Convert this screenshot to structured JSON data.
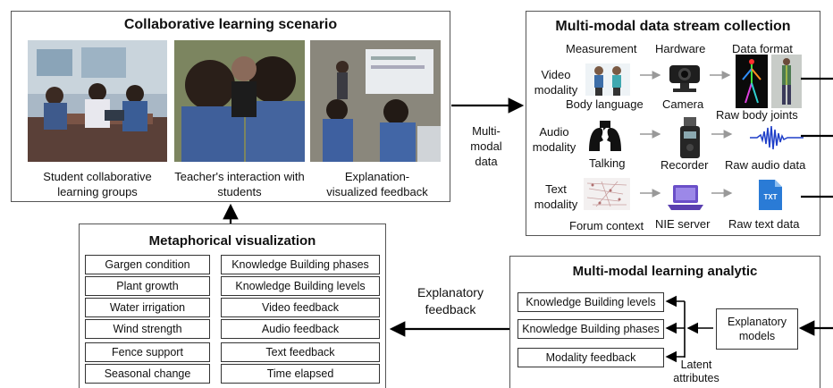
{
  "scenario": {
    "title": "Collaborative learning scenario",
    "captions": [
      "Student collaborative learning groups",
      "Teacher's interaction with students",
      "Explanation-visualized feedback"
    ]
  },
  "collection": {
    "title": "Multi-modal data stream collection",
    "headers": [
      "Measurement",
      "Hardware",
      "Data format"
    ],
    "video": {
      "modality": "Video modality",
      "measurement": "Body language",
      "hardware": "Camera",
      "format": "Raw body joints"
    },
    "audio": {
      "modality": "Audio modality",
      "measurement": "Talking",
      "hardware": "Recorder",
      "format": "Raw audio data"
    },
    "text": {
      "modality": "Text modality",
      "measurement": "Forum context",
      "hardware": "NIE server",
      "format": "Raw text data"
    },
    "txt_icon_label": "TXT"
  },
  "multimodal_data_label": "Multi-modal data",
  "analytic": {
    "title": "Multi-modal learning analytic",
    "outputs": [
      "Knowledge Building levels",
      "Knowledge Building phases",
      "Modality feedback"
    ],
    "models": "Explanatory models",
    "latent": "Latent attributes"
  },
  "explanatory_feedback_label": "Explanatory feedback",
  "visualization": {
    "title": "Metaphorical  visualization",
    "left": [
      "Gargen condition",
      "Plant growth",
      "Water irrigation",
      "Wind strength",
      "Fence support",
      "Seasonal change"
    ],
    "right": [
      "Knowledge Building phases",
      "Knowledge Building levels",
      "Video feedback",
      "Audio feedback",
      "Text feedback",
      "Time elapsed"
    ]
  }
}
